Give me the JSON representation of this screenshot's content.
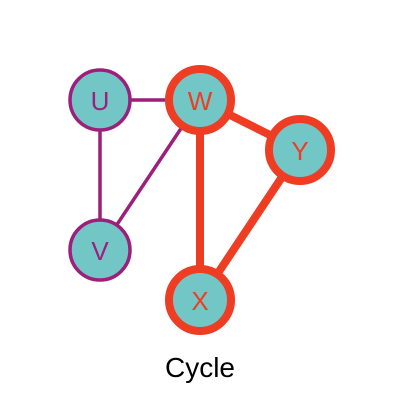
{
  "caption": "Cycle",
  "colors": {
    "node_fill": "#73c6c6",
    "normal_edge": "#9c1f7c",
    "highlight_edge": "#ee3d23",
    "normal_label": "#9c1f7c",
    "highlight_label": "#ee3d23"
  },
  "nodes": [
    {
      "id": "U",
      "label": "U",
      "highlighted": false
    },
    {
      "id": "W",
      "label": "W",
      "highlighted": true
    },
    {
      "id": "Y",
      "label": "Y",
      "highlighted": true
    },
    {
      "id": "V",
      "label": "V",
      "highlighted": false
    },
    {
      "id": "X",
      "label": "X",
      "highlighted": true
    }
  ],
  "edges": [
    {
      "from": "U",
      "to": "W",
      "highlighted": false
    },
    {
      "from": "U",
      "to": "V",
      "highlighted": false
    },
    {
      "from": "V",
      "to": "W",
      "highlighted": false
    },
    {
      "from": "W",
      "to": "Y",
      "highlighted": true
    },
    {
      "from": "W",
      "to": "X",
      "highlighted": true
    },
    {
      "from": "Y",
      "to": "X",
      "highlighted": true
    }
  ]
}
